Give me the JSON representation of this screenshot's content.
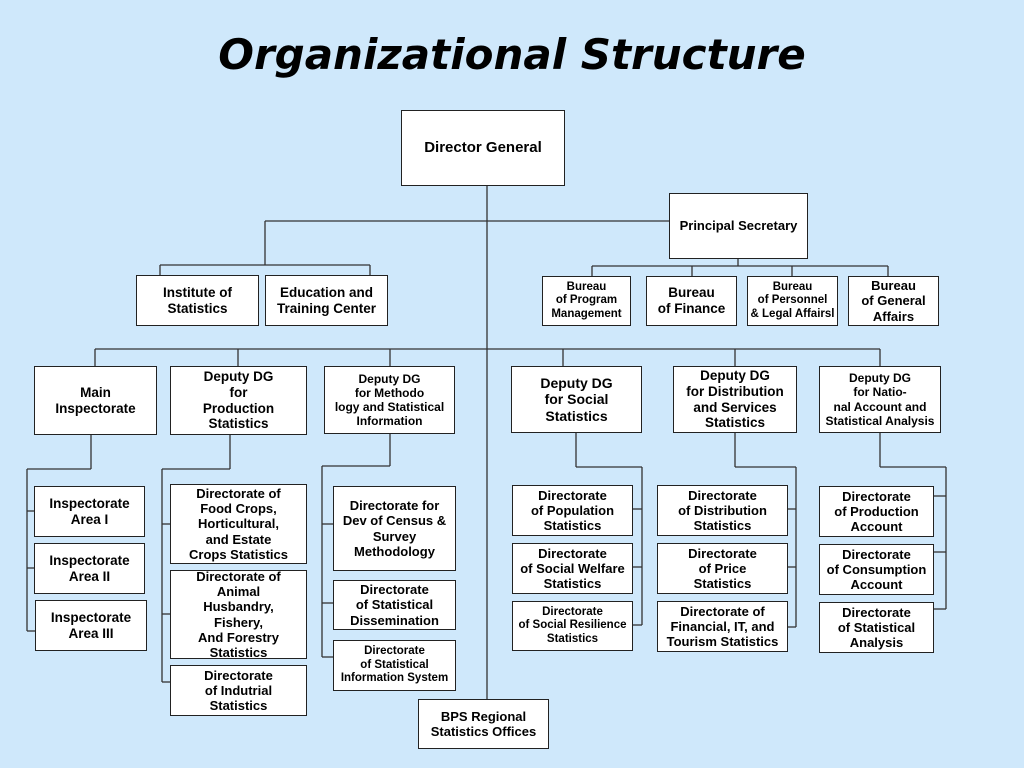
{
  "title": "Organizational Structure",
  "top": {
    "director_general": "Director General",
    "principal_secretary": "Principal Secretary"
  },
  "staff": {
    "institute": "Institute of\nStatistics",
    "education": "Education and\nTraining Center",
    "bureau_program": "Bureau\nof Program\nManagement",
    "bureau_finance": "Bureau\nof Finance",
    "bureau_personnel": "Bureau\nof Personnel\n& Legal Affairsl",
    "bureau_general": "Bureau\nof General\nAffairs"
  },
  "deputies": {
    "main_inspectorate": "Main\nInspectorate",
    "production": "Deputy DG\nfor\nProduction\nStatistics",
    "methodology": "Deputy DG\nfor Methodo\nlogy and Statistical\nInformation",
    "social": "Deputy DG\nfor Social\nStatistics",
    "distribution": "Deputy DG\nfor Distribution\nand Services\nStatistics",
    "national_account": "Deputy DG\nfor Natio-\nnal Account and\nStatistical Analysis"
  },
  "units": {
    "insp1": "Inspectorate\nArea I",
    "insp2": "Inspectorate\nArea II",
    "insp3": "Inspectorate\nArea III",
    "food": "Directorate of\nFood Crops,\nHorticultural,\nand Estate\nCrops Statistics",
    "animal": "Directorate of\nAnimal\nHusbandry,\nFishery,\nAnd Forestry\nStatistics",
    "industrial": "Directorate\nof Indutrial\nStatistics",
    "census": "Directorate for\nDev of Census &\nSurvey\nMethodology",
    "dissemination": "Directorate\nof Statistical\nDissemination",
    "info_system": "Directorate\nof Statistical\nInformation System",
    "population": "Directorate\nof Population\nStatistics",
    "welfare": "Directorate\nof Social Welfare\nStatistics",
    "resilience": "Directorate\nof Social Resilience\nStatistics",
    "dist_stats": "Directorate\nof Distribution\nStatistics",
    "price": "Directorate\nof Price\nStatistics",
    "financial": "Directorate of\nFinancial, IT, and\nTourism Statistics",
    "prod_account": "Directorate\nof Production\nAccount",
    "cons_account": "Directorate\nof Consumption\nAccount",
    "stat_analysis": "Directorate\nof Statistical\nAnalysis"
  },
  "regional": "BPS Regional\nStatistics Offices"
}
